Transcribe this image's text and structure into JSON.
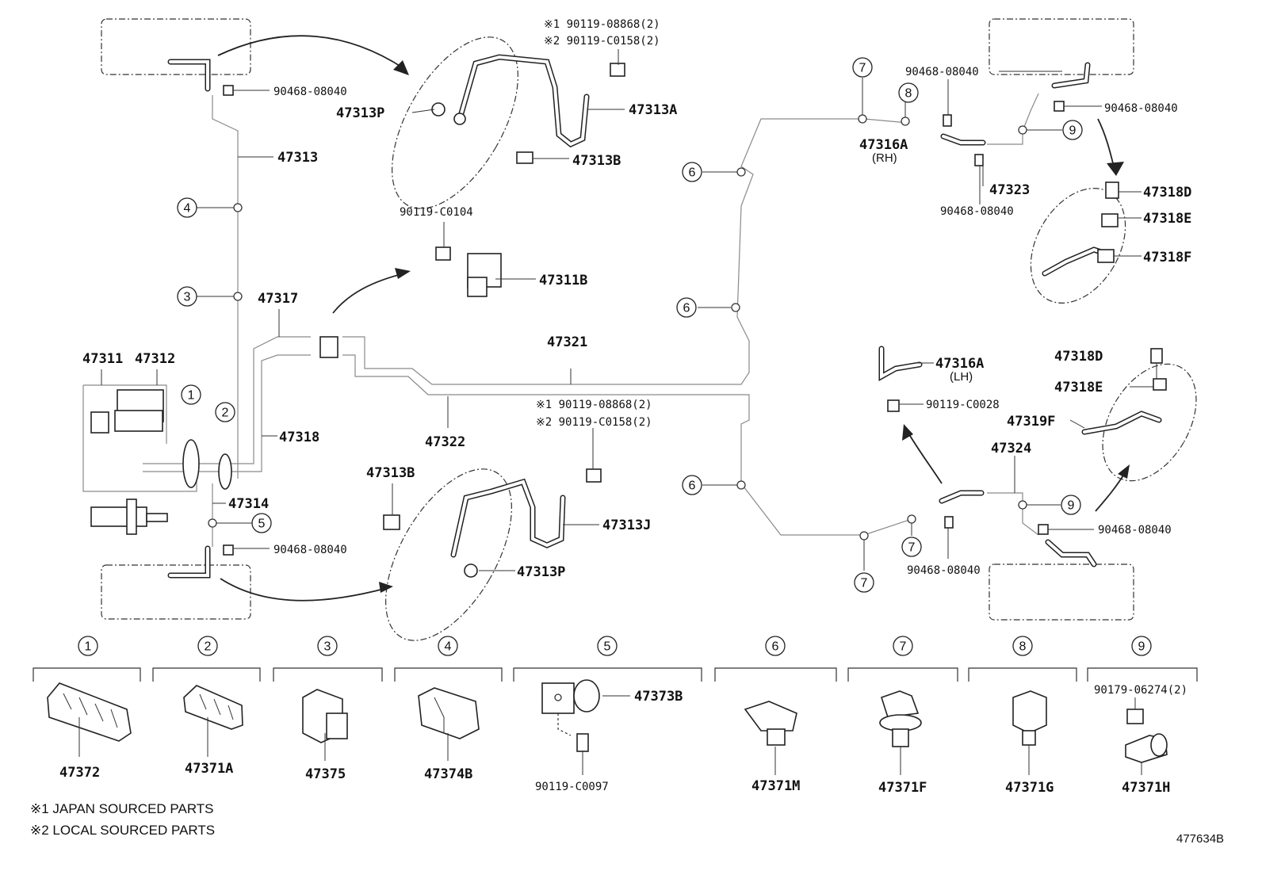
{
  "diagram_id": "477634B",
  "notes": [
    "※1 JAPAN SOURCED PARTS",
    "※2 LOCAL SOURCED PARTS"
  ],
  "callouts": {
    "n1": "1",
    "n2": "2",
    "n3": "3",
    "n4": "4",
    "n5": "5",
    "n6": "6",
    "n7": "7",
    "n8": "8",
    "n9": "9"
  },
  "labels": {
    "p90468_tl": "90468-08040",
    "p47313": "47313",
    "p47313P_top": "47313P",
    "p47313A": "47313A",
    "p47313B_top": "47313B",
    "note1_top": "※1 90119-08868(2)",
    "note2_top": "※2 90119-C0158(2)",
    "p90119_C0104": "90119-C0104",
    "p47311B": "47311B",
    "p47317": "47317",
    "p47321": "47321",
    "p47311": "47311",
    "p47312": "47312",
    "p47318": "47318",
    "p47322": "47322",
    "p47314": "47314",
    "p90468_bl": "90468-08040",
    "note1_bot": "※1 90119-08868(2)",
    "note2_bot": "※2 90119-C0158(2)",
    "p47313B_bot": "47313B",
    "p47313J": "47313J",
    "p47313P_bot": "47313P",
    "p90468_r1": "90468-08040",
    "p90468_r2": "90468-08040",
    "p47316A_rh": "47316A",
    "rh": "(RH)",
    "p47323": "47323",
    "p90468_r3": "90468-08040",
    "p47318D_top": "47318D",
    "p47318E_top": "47318E",
    "p47318F": "47318F",
    "p47316A_lh": "47316A",
    "lh": "(LH)",
    "p90119_C0028": "90119-C0028",
    "p47318D_bot": "47318D",
    "p47318E_bot": "47318E",
    "p47319F": "47319F",
    "p47324": "47324",
    "p90468_r4": "90468-08040",
    "p90468_r5": "90468-08040"
  },
  "legend": [
    {
      "key": "1",
      "part": "47372"
    },
    {
      "key": "2",
      "part": "47371A"
    },
    {
      "key": "3",
      "part": "47375"
    },
    {
      "key": "4",
      "part": "47374B"
    },
    {
      "key": "5",
      "part": "90119-C0097",
      "extra": "47373B"
    },
    {
      "key": "6",
      "part": "47371M"
    },
    {
      "key": "7",
      "part": "47371F"
    },
    {
      "key": "8",
      "part": "47371G"
    },
    {
      "key": "9",
      "part": "47371H",
      "extra": "90179-06274(2)"
    }
  ]
}
